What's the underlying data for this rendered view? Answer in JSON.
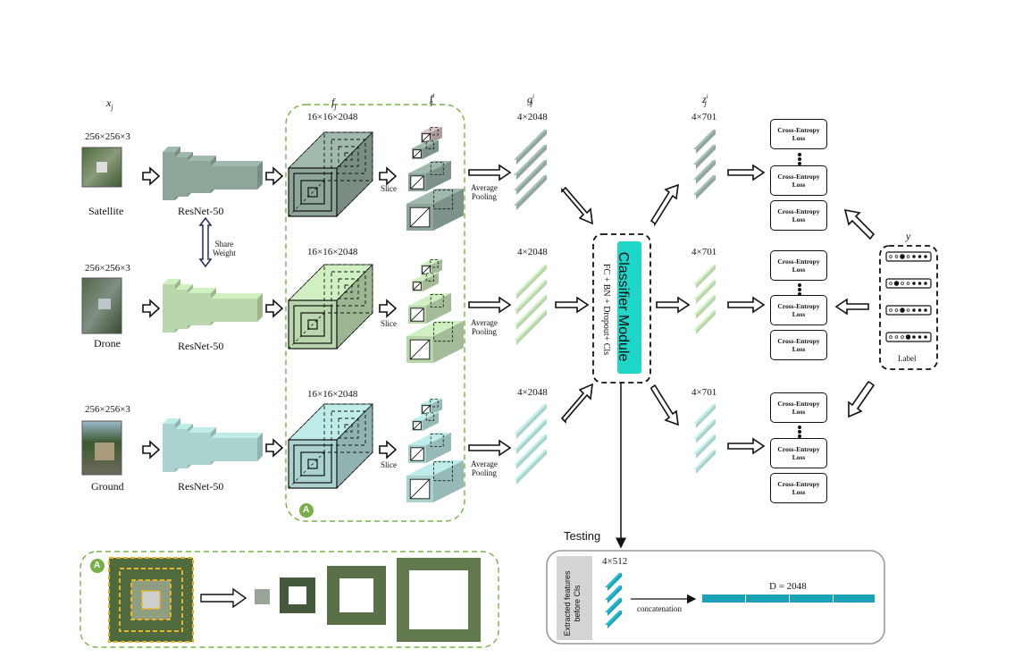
{
  "inputs": {
    "x_label": "x",
    "x_sub": "j",
    "items": [
      {
        "size": "256×256×3",
        "name": "Satellite",
        "net": "ResNet-50"
      },
      {
        "size": "256×256×3",
        "name": "Drone",
        "net": "ResNet-50"
      },
      {
        "size": "256×256×3",
        "name": "Ground",
        "net": "ResNet-50"
      }
    ],
    "share_weight": "Share\nWeight"
  },
  "features": {
    "f_label": "f",
    "f_sub": "j",
    "fi_label": "f",
    "fi_sup": "i",
    "fi_sub": "j",
    "size": "16×16×2048",
    "slice": "Slice",
    "circle_badge": "A"
  },
  "pooling": {
    "g_label": "g",
    "g_sup": "i",
    "g_sub": "j",
    "size": "4×2048",
    "label": "Average\nPooling"
  },
  "classifier": {
    "title": "Classifier Module",
    "subtitle": "FC + BN + Dropout+ Cls",
    "accent": "#1ed7c8"
  },
  "outputs": {
    "z_label": "z",
    "z_sup": "i",
    "z_sub": "j",
    "size": "4×701",
    "loss": "Cross-Entropy\nLoss"
  },
  "labels": {
    "y_label": "y",
    "box_label": "Label"
  },
  "testing": {
    "title": "Testing",
    "side_label": "Extracted features\nbefore Cls",
    "size": "4×512",
    "concat": "concatenation",
    "dim": "D = 2048",
    "bar_color": "#1aa3b8"
  },
  "colors": {
    "satellite": "#8ea69a",
    "drone": "#b9d6ac",
    "ground": "#aad3cf",
    "dashed_green": "#77b046"
  }
}
